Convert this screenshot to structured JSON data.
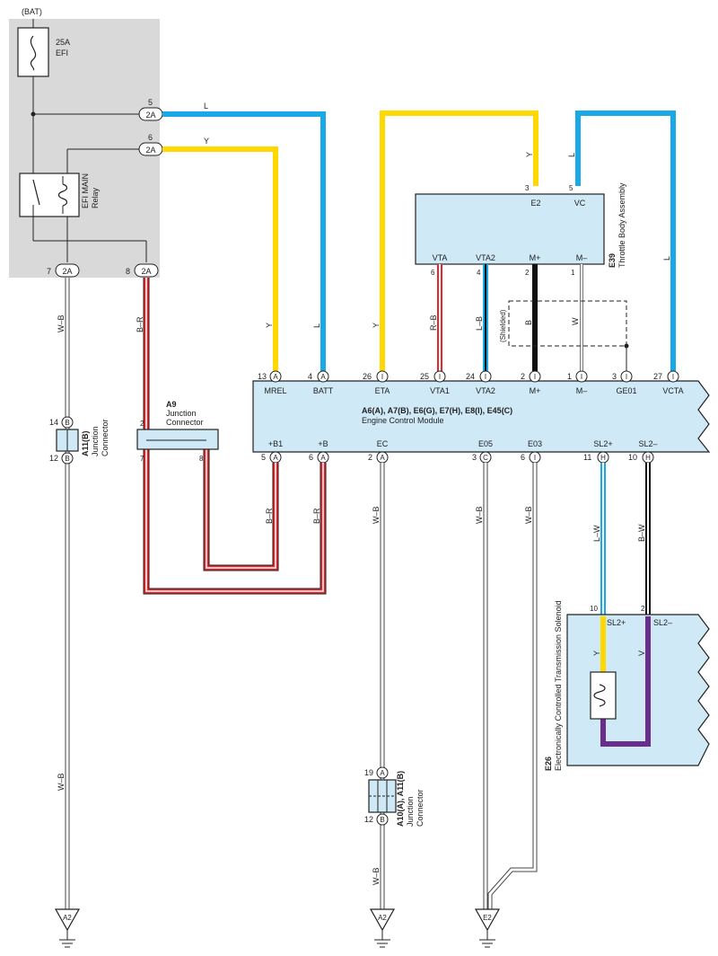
{
  "colors": {
    "blue": "#19a9e6",
    "yellow": "#ffd800",
    "red": "#e8262b",
    "purple": "#6a2d8e",
    "black": "#111111",
    "box_fill": "#cfe9f6",
    "relay_area": "#d9d9d9"
  },
  "power": {
    "bat": "(BAT)",
    "fuse_amp": "25A",
    "fuse_name": "EFI",
    "relay_name": "EFI MAIN",
    "relay_word": "Relay"
  },
  "pins": {
    "p5": "5",
    "p6": "6",
    "p7": "7",
    "p8": "8",
    "c2a": "2A",
    "p13": "13",
    "p4": "4",
    "p26": "26",
    "p25": "25",
    "p24": "24",
    "p2": "2",
    "p1": "1",
    "p3": "3",
    "p27": "27",
    "ecm5": "5",
    "ecm6": "6",
    "ecm2": "2",
    "ecm3": "3",
    "ecm6b": "6",
    "p11": "11",
    "p10": "10",
    "tb3": "3",
    "tb5": "5",
    "tb6": "6",
    "tb4": "4",
    "tb2": "2",
    "tb1": "1",
    "j14": "14",
    "j12": "12",
    "a9_2": "2",
    "a9_7": "7",
    "a9_8": "8",
    "j19": "19",
    "j12b": "12",
    "sol10": "10",
    "sol2": "2"
  },
  "letters": {
    "A": "A",
    "B": "B",
    "C": "C",
    "I": "I",
    "H": "H"
  },
  "wires": {
    "L": "L",
    "Y": "Y",
    "WB": "W–B",
    "BR": "B–R",
    "RB": "R–B",
    "LB": "L–B",
    "B": "B",
    "W": "W",
    "LW": "L–W",
    "BW": "B–W",
    "V": "V",
    "shielded": "(Shielded)"
  },
  "ecm": {
    "title": "A6(A), A7(B), E6(G), E7(H), E8(I), E45(C)",
    "name": "Engine Control Module",
    "top": [
      "MREL",
      "BATT",
      "ETA",
      "VTA1",
      "VTA2",
      "M+",
      "M–",
      "GE01",
      "VCTA"
    ],
    "bottom": [
      "+B1",
      "+B",
      "EC",
      "E05",
      "E03",
      "SL2+",
      "SL2–"
    ]
  },
  "throttle": {
    "id": "E39",
    "name": "Throttle Body Assembly",
    "top": [
      "E2",
      "VC"
    ],
    "bottom": [
      "VTA",
      "VTA2",
      "M+",
      "M–"
    ]
  },
  "a9": {
    "id": "A9",
    "l1": "Junction",
    "l2": "Connector"
  },
  "a11": {
    "id": "A11(B)",
    "l1": "Junction",
    "l2": "Connector"
  },
  "a10": {
    "id": "A10(A), A11(B)",
    "l1": "Junction",
    "l2": "Connector"
  },
  "solenoid": {
    "id": "E26",
    "name": "Electronically Controlled Transmission Solenoid",
    "p1": "SL2+",
    "p2": "SL2–"
  },
  "grounds": {
    "a2": "A2",
    "e2": "E2"
  }
}
